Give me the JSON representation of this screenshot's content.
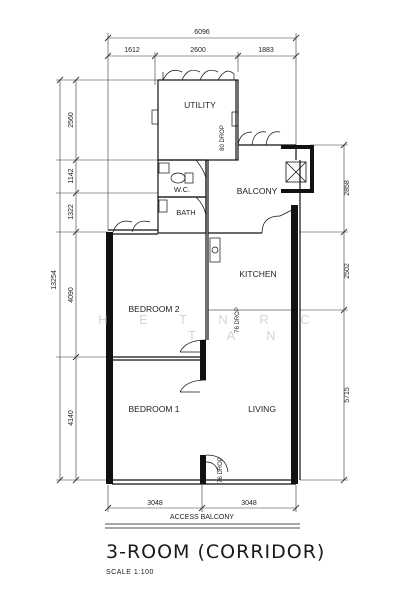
{
  "plan": {
    "title": "3-ROOM (CORRIDOR)",
    "scale": "SCALE   1:100",
    "access_balcony": "ACCESS BALCONY",
    "watermark_top": "H E T N R C",
    "watermark_bottom": "T A N",
    "rooms": {
      "utility": "UTILITY",
      "wc": "W.C.",
      "bath": "BATH",
      "balcony": "BALCONY",
      "kitchen": "KITCHEN",
      "bedroom2": "BEDROOM 2",
      "bedroom1": "BEDROOM 1",
      "living": "LIVING"
    },
    "drops": {
      "utility_drop": "80 DROP",
      "kitchen_drop": "76 DROP",
      "living_drop": "76 DROP"
    },
    "dimensions": {
      "top_total": "6096",
      "top_a": "1612",
      "top_b": "2600",
      "top_c": "1883",
      "left_total": "13254",
      "left_1": "2560",
      "left_2": "1142",
      "left_3": "1322",
      "left_4": "4090",
      "left_5": "4140",
      "right_1": "2858",
      "right_2": "2502",
      "right_3": "5715",
      "bottom_a": "3048",
      "bottom_b": "3048"
    }
  }
}
